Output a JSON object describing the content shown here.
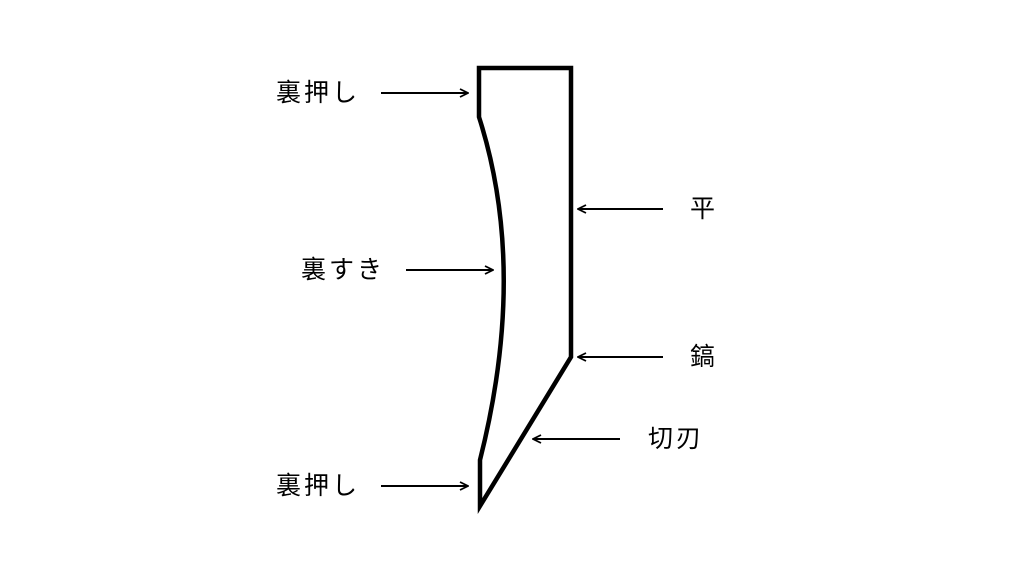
{
  "labels": {
    "ura_oshi_top": "裏押し",
    "ura_suki": "裏すき",
    "ura_oshi_bottom": "裏押し",
    "hira": "平",
    "shinogi": "鎬",
    "kiriha": "切刃"
  },
  "colors": {
    "line": "#000000",
    "background": "#ffffff"
  }
}
